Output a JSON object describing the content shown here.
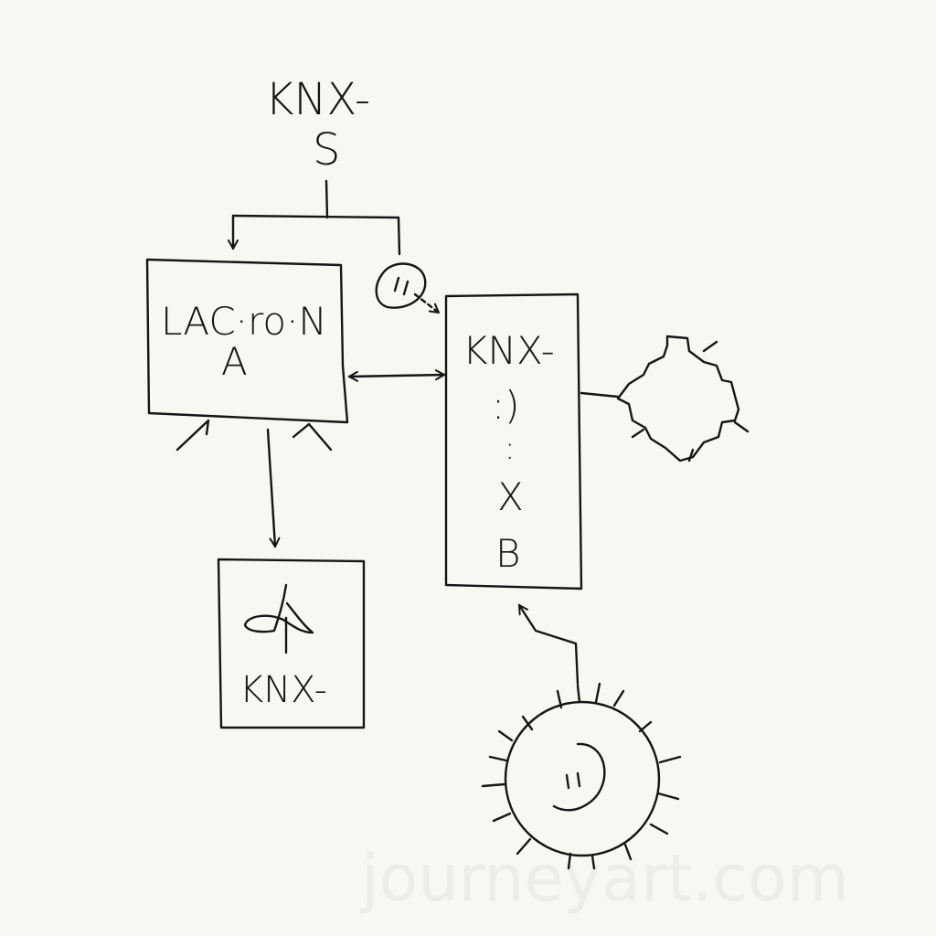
{
  "labels": {
    "top_line1": "KNX-",
    "top_line2": "S",
    "box_a_line1": "LAC·ro·N",
    "box_a_line2": "A",
    "box_b_line1": "KNX-",
    "box_b_line2": ":)",
    "box_b_line3": ":",
    "box_b_line4": "X",
    "box_b_line5": "B",
    "box_c_label": "KNX-"
  },
  "watermark": "journeyart.com",
  "icons": {
    "small_bubble": "speech-bubble-icon",
    "gear": "gear-icon",
    "sun": "smiling-sun-icon",
    "fan": "propeller-icon"
  },
  "colors": {
    "background": "#f7f8f2",
    "ink": "#151515"
  }
}
